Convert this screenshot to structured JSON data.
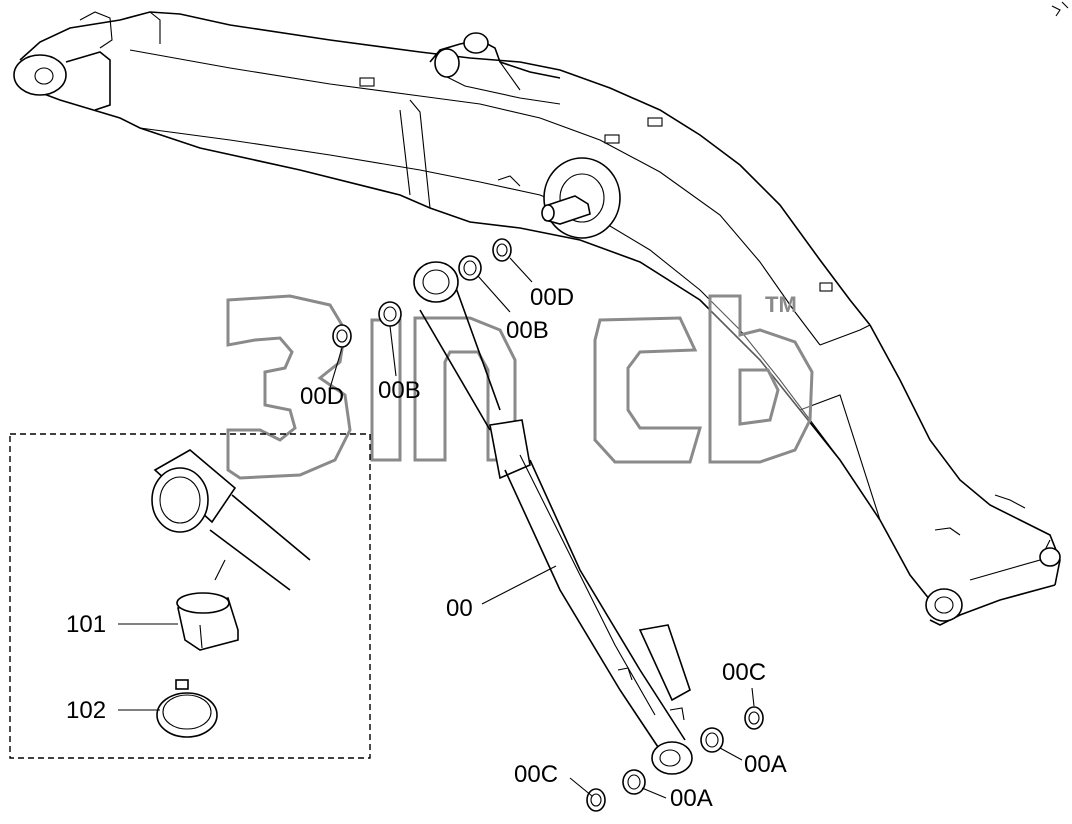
{
  "labels": {
    "cyl": "00",
    "a1": "00A",
    "a2": "00A",
    "b1": "00B",
    "b2": "00B",
    "c1": "00C",
    "c2": "00C",
    "d1": "00D",
    "d2": "00D",
    "p101": "101",
    "p102": "102"
  },
  "watermark": {
    "trademark": "TM"
  }
}
